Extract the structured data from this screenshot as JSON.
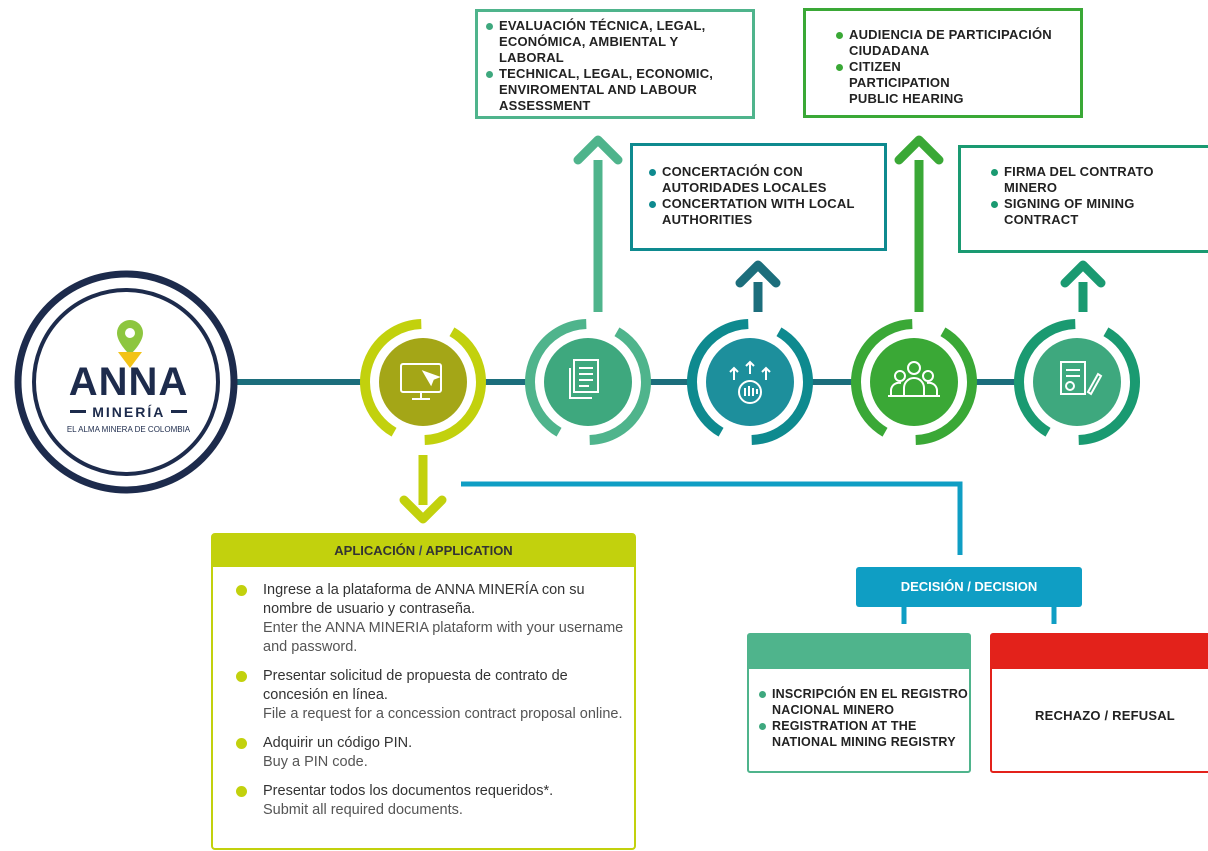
{
  "logo": {
    "brand": "ANNA",
    "subtitle": "MINERÍA",
    "tagline": "EL ALMA MINERA DE COLOMBIA",
    "icon": "map-pin-icon"
  },
  "steps": [
    {
      "name": "application",
      "icon": "computer-click-icon",
      "color": "#c2d10d"
    },
    {
      "name": "technical-assessment",
      "icon": "documents-icon",
      "color": "#4fb48c"
    },
    {
      "name": "concertation",
      "icon": "raised-fist-arrows-icon",
      "color": "#0e8a8f"
    },
    {
      "name": "public-hearing",
      "icon": "people-group-icon",
      "color": "#3aa836"
    },
    {
      "name": "signing",
      "icon": "signed-contract-icon",
      "color": "#1a9a71"
    }
  ],
  "boxes": {
    "assessment": {
      "es": "EVALUACIÓN TÉCNICA, LEGAL, ECONÓMICA, AMBIENTAL Y LABORAL",
      "en": "TECHNICAL, LEGAL, ECONOMIC, ENVIROMENTAL AND LABOUR ASSESSMENT",
      "color": "#4fb48c"
    },
    "concertation": {
      "es": "CONCERTACIÓN CON AUTORIDADES LOCALES",
      "en": "CONCERTATION WITH LOCAL AUTHORITIES",
      "color": "#0e8a8f"
    },
    "hearing": {
      "es": "AUDIENCIA DE PARTICIPACIÓN CIUDADANA",
      "en": "CITIZEN PARTICIPATION PUBLIC HEARING",
      "color": "#3aa836"
    },
    "signing": {
      "es": "FIRMA DEL CONTRATO MINERO",
      "en": "SIGNING OF MINING CONTRACT",
      "color": "#1a9a71"
    }
  },
  "application": {
    "title_es": "APLICACIÓN",
    "title_sep": " / ",
    "title_en": "APPLICATION",
    "items": [
      {
        "es": "Ingrese a la plataforma de ANNA MINERÍA con su nombre de usuario y contraseña.",
        "en": "Enter the ANNA MINERIA plataform with your username and password."
      },
      {
        "es": "Presentar solicitud de propuesta de contrato de concesión en línea.",
        "en": "File a request for a concession contract proposal online."
      },
      {
        "es": "Adquirir un código PIN.",
        "en": "Buy a PIN code."
      },
      {
        "es": "Presentar todos los documentos requeridos*.",
        "en": "Submit all required documents."
      }
    ]
  },
  "decision": {
    "label": "DECISIÓN / DECISION"
  },
  "registration": {
    "es": "INSCRIPCIÓN EN EL REGISTRO NACIONAL MINERO",
    "en": "REGISTRATION AT THE NATIONAL MINING REGISTRY"
  },
  "refusal": {
    "label": "RECHAZO / REFUSAL"
  },
  "colors": {
    "navy": "#1d2b4c",
    "lime": "#c2d10d",
    "teal_line": "#0f9ec4",
    "red": "#e3221b"
  }
}
